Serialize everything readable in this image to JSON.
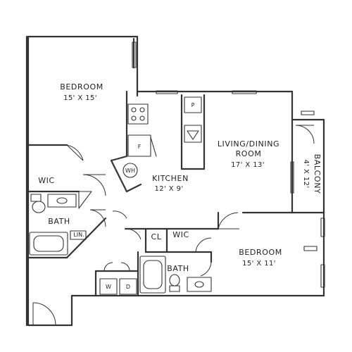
{
  "colors": {
    "ink": "#333333",
    "background": "#ffffff"
  },
  "rooms": {
    "bedroom_1": {
      "name": "BEDROOM",
      "dims": "15' X 15'"
    },
    "living_dining": {
      "name_line1": "LIVING/DINING",
      "name_line2": "ROOM",
      "dims": "17' X 13'"
    },
    "balcony": {
      "name": "BALCONY",
      "dims": "4' X 12'"
    },
    "kitchen": {
      "name": "KITCHEN",
      "dims": "12' X 9'"
    },
    "bedroom_2": {
      "name": "BEDROOM",
      "dims": "15' X 11'"
    },
    "wic_1": {
      "name": "WIC"
    },
    "wic_2": {
      "name": "WIC"
    },
    "bath_1": {
      "name": "BATH"
    },
    "bath_2": {
      "name": "BATH"
    },
    "closet": {
      "name": "CL"
    },
    "linen": {
      "name": "LIN."
    }
  },
  "fixtures": {
    "fridge": "F",
    "pantry": "P",
    "water_heater": "WH",
    "washer": "W",
    "dryer": "D"
  },
  "icons": [
    "range-icon",
    "sink-icon",
    "toilet-icon",
    "bathtub-icon",
    "vanity-icon",
    "door-swing-icon",
    "window-icon"
  ]
}
